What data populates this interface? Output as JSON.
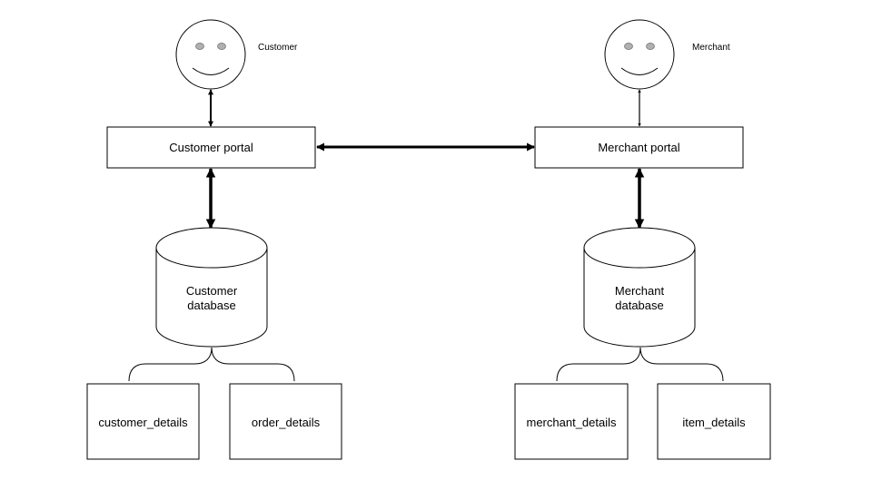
{
  "actors": {
    "customer": {
      "label": "Customer",
      "icon": "smiley-face-icon"
    },
    "merchant": {
      "label": "Merchant",
      "icon": "smiley-face-icon"
    }
  },
  "portals": {
    "customer": "Customer portal",
    "merchant": "Merchant portal"
  },
  "databases": {
    "customer": {
      "line1": "Customer",
      "line2": "database"
    },
    "merchant": {
      "line1": "Merchant",
      "line2": "database"
    }
  },
  "tables": {
    "customer_details": "customer_details",
    "order_details": "order_details",
    "merchant_details": "merchant_details",
    "item_details": "item_details"
  },
  "colors": {
    "stroke": "#000000",
    "eye": "#b0b0b0",
    "background": "#ffffff"
  }
}
